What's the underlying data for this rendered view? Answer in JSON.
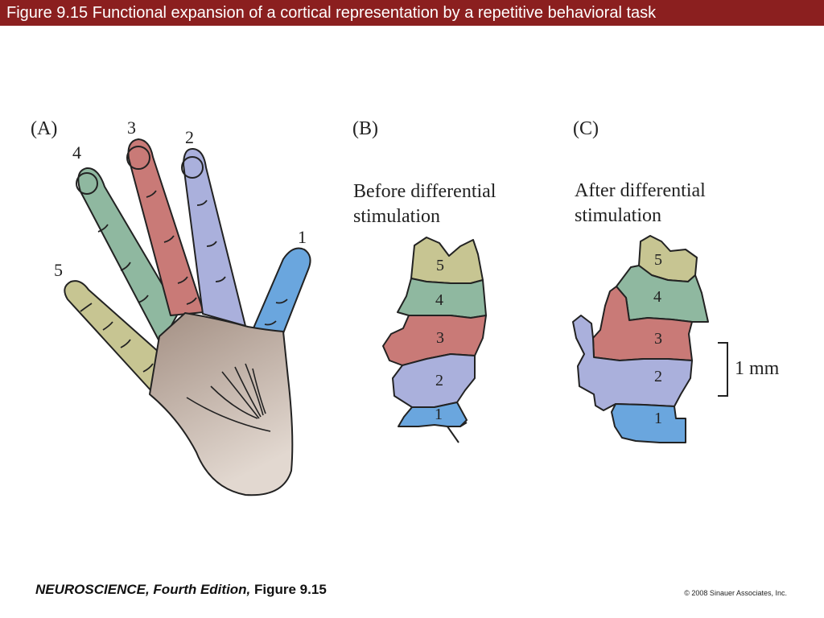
{
  "header": {
    "title": "Figure 9.15  Functional expansion of a cortical representation by a repetitive behavioral task"
  },
  "panels": {
    "a": {
      "label": "(A)"
    },
    "b": {
      "label": "(B)",
      "caption_line1": "Before differential",
      "caption_line2": "stimulation"
    },
    "c": {
      "label": "(C)",
      "caption_line1": "After differential",
      "caption_line2": "stimulation"
    }
  },
  "digit_labels": [
    "1",
    "2",
    "3",
    "4",
    "5"
  ],
  "scale_bar": {
    "label": "1 mm"
  },
  "colors": {
    "digit_1": "#6aa6de",
    "digit_2": "#aab0dc",
    "digit_3": "#c97a77",
    "digit_4": "#8fb8a0",
    "digit_5": "#c7c592",
    "palm": "#b09a8c",
    "header_bg": "#8b1f1f"
  },
  "footer": {
    "book_title": "NEUROSCIENCE,",
    "edition": "Fourth Edition,",
    "figure_ref": "Figure 9.15",
    "copyright": "© 2008 Sinauer Associates, Inc."
  }
}
